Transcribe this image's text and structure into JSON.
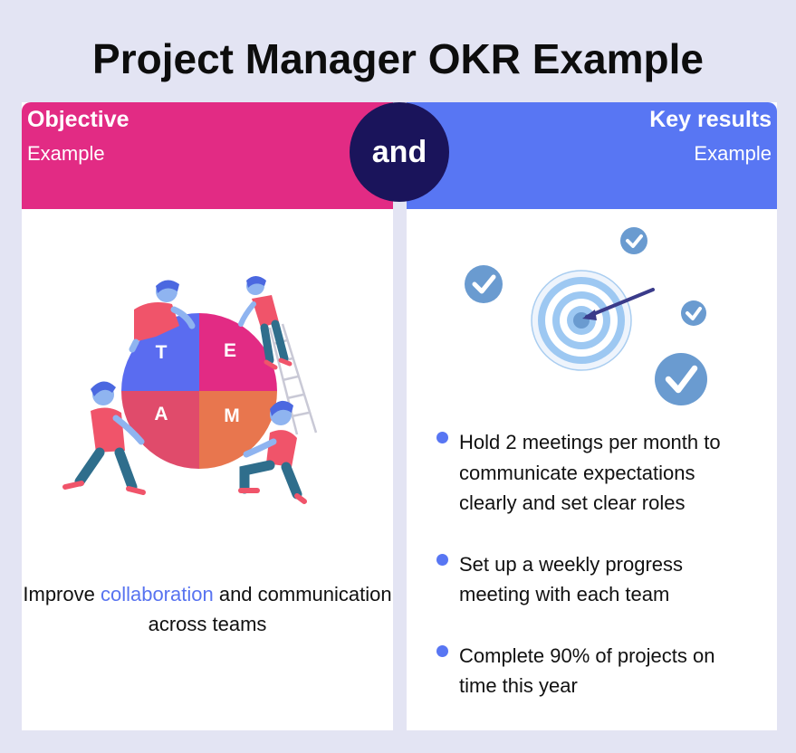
{
  "title": "Project Manager OKR Example",
  "objective": {
    "heading": "Objective",
    "subheading": "Example",
    "text_before": "Improve ",
    "text_highlight": "collaboration",
    "text_after": " and communication across teams"
  },
  "connector": "and",
  "key_results": {
    "heading": "Key results",
    "subheading": "Example",
    "items": [
      "Hold 2 meetings per month to communicate expectations clearly and set clear roles",
      "Set up a weekly progress meeting with each team",
      "Complete 90% of projects on time this year"
    ]
  },
  "team_letters": [
    "T",
    "E",
    "A",
    "M"
  ],
  "colors": {
    "background": "#e3e4f3",
    "objective_header": "#e22b84",
    "key_results_header": "#5876f3",
    "and_circle": "#1a145b",
    "highlight": "#5873f0",
    "pie_t": "#5a6cf0",
    "pie_e": "#e22b84",
    "pie_a": "#e04b6b",
    "pie_m": "#e8764e",
    "check": "#6a9bd0"
  },
  "icons": {
    "team": "team-puzzle-icon",
    "target": "target-icon",
    "check": "check-circle-icon"
  }
}
